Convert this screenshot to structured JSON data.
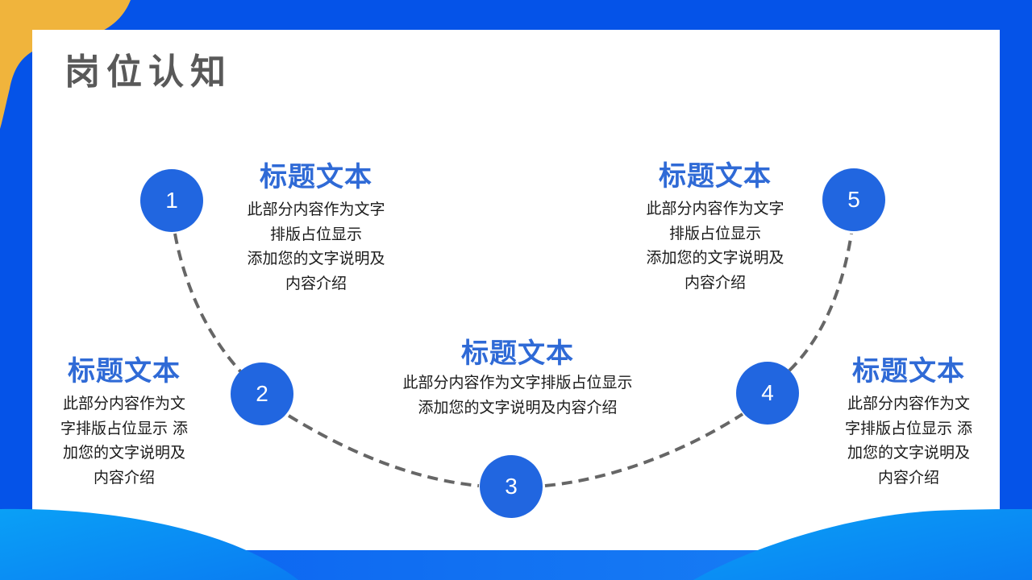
{
  "slide": {
    "title": "岗位认知",
    "colors": {
      "background_blue": "#0553e8",
      "panel": "#ffffff",
      "accent_orange": "#f0b43c",
      "wave_light_blue": "#0a9bf5",
      "node_blue": "#2166e0",
      "heading_blue": "#2f6ad6",
      "arc_gray": "#666666",
      "title_gray": "#595959"
    },
    "nodes": [
      {
        "number": "1"
      },
      {
        "number": "2"
      },
      {
        "number": "3"
      },
      {
        "number": "4"
      },
      {
        "number": "5"
      }
    ],
    "cards": [
      {
        "heading": "标题文本",
        "lines": [
          "此部分内容作为文字",
          "排版占位显示",
          "添加您的文字说明及",
          "内容介绍"
        ]
      },
      {
        "heading": "标题文本",
        "lines": [
          "此部分内容作为文",
          "字排版占位显示  添",
          "加您的文字说明及",
          "内容介绍"
        ]
      },
      {
        "heading": "标题文本",
        "lines": [
          "此部分内容作为文字排版占位显示",
          "添加您的文字说明及内容介绍"
        ]
      },
      {
        "heading": "标题文本",
        "lines": [
          "此部分内容作为文",
          "字排版占位显示  添",
          "加您的文字说明及",
          "内容介绍"
        ]
      },
      {
        "heading": "标题文本",
        "lines": [
          "此部分内容作为文字",
          "排版占位显示",
          "添加您的文字说明及",
          "内容介绍"
        ]
      }
    ]
  }
}
